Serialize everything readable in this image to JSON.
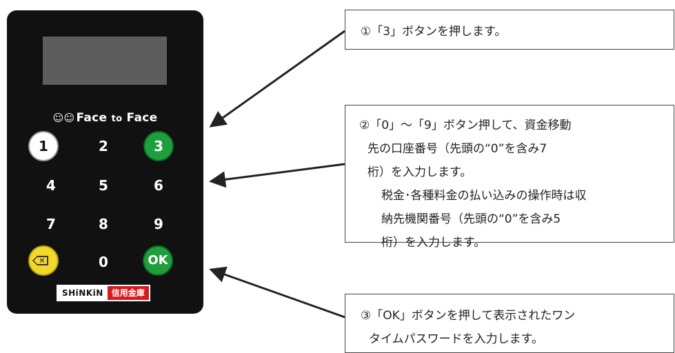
{
  "device": {
    "brand": {
      "face1": "Face",
      "to": "to",
      "face2": "Face",
      "faces_glyph": "☺☺"
    },
    "keys": {
      "k1": "1",
      "k2": "2",
      "k3": "3",
      "k4": "4",
      "k5": "5",
      "k6": "6",
      "k7": "7",
      "k8": "8",
      "k9": "9",
      "k0": "0",
      "ok": "OK"
    },
    "logo": {
      "en": "SHiNKiN",
      "jp": "信用金庫"
    },
    "colors": {
      "body": "#111111",
      "green_key": "#1f9e3d",
      "yellow_key": "#f2d82a",
      "logo_red": "#d71920"
    }
  },
  "callouts": {
    "c1": "①「3」ボタンを押します。",
    "c2_line1": "②「0」～「9」ボタン押して、資金移動",
    "c2_line2": "先の口座番号（先頭の“0”を含み7",
    "c2_line3": "桁）を入力します。",
    "c2_line4": "税金･各種料金の払い込みの操作時は収",
    "c2_line5": "納先機関番号（先頭の“0”を含み5",
    "c2_line6": "桁）を入力します。",
    "c3_line1": "③「OK」ボタンを押して表示されたワン",
    "c3_line2": "タイムパスワードを入力します。"
  }
}
